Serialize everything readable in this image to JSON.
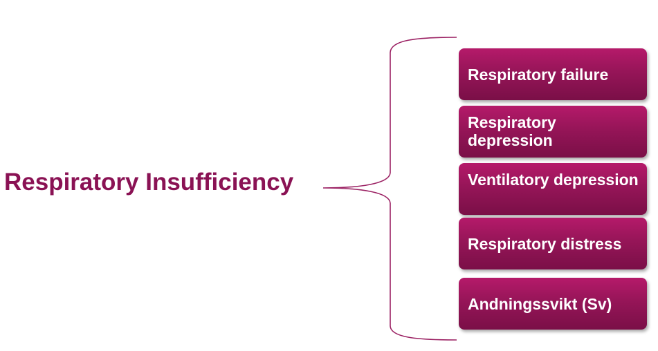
{
  "diagram": {
    "title": "Respiratory Insufficiency",
    "items": [
      {
        "label": "Respiratory failure"
      },
      {
        "label": "Respiratory depression"
      },
      {
        "label": "Ventilatory depression"
      },
      {
        "label": "Respiratory distress"
      },
      {
        "label": "Andningssvikt (Sv)"
      }
    ]
  },
  "colors": {
    "accent": "#8a1254",
    "box_top": "#b51a6a",
    "box_bottom": "#7a0f47",
    "brace": "#9b2163"
  }
}
